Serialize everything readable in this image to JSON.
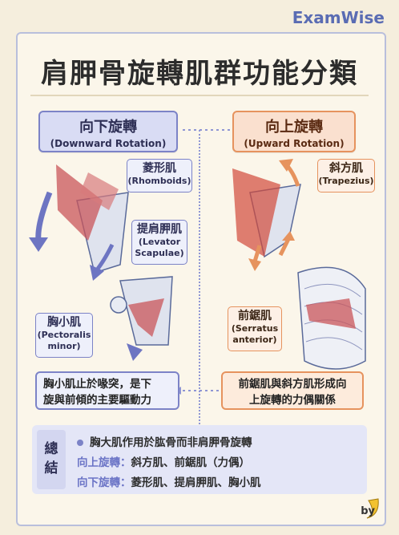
{
  "brand": "ExamWise",
  "title": "肩胛骨旋轉肌群功能分類",
  "downward": {
    "zh": "向下旋轉",
    "en": "(Downward Rotation)"
  },
  "upward": {
    "zh": "向上旋轉",
    "en": "(Upward Rotation)"
  },
  "labels": {
    "rhomboids": {
      "zh": "菱形肌",
      "en": "(Rhomboids)"
    },
    "levator": {
      "zh": "提肩胛肌",
      "en1": "(Levator",
      "en2": "Scapulae)"
    },
    "pec": {
      "zh": "胸小肌",
      "en1": "(Pectoralis",
      "en2": "minor)"
    },
    "trap": {
      "zh": "斜方肌",
      "en": "(Trapezius)"
    },
    "serratus": {
      "zh": "前鋸肌",
      "en1": "(Serratus",
      "en2": "anterior)"
    }
  },
  "notes": {
    "left_1": "胸小肌止於喙突，是下",
    "left_2": "旋與前傾的主要驅動力",
    "right_1": "前鋸肌與斜方肌形成向",
    "right_2": "上旋轉的力偶關係"
  },
  "summary": {
    "tag_1": "總",
    "tag_2": "結",
    "row1": "胸大肌作用於肱骨而非肩胛骨旋轉",
    "row2_key": "向上旋轉：",
    "row2_val": "斜方肌、前鋸肌（力偶）",
    "row3_key": "向下旋轉：",
    "row3_val": "菱形肌、提肩胛肌、胸小肌"
  },
  "byline": "by",
  "colors": {
    "blue": "#7c83c7",
    "orange": "#e6935e",
    "muscle": "#c9555a"
  }
}
